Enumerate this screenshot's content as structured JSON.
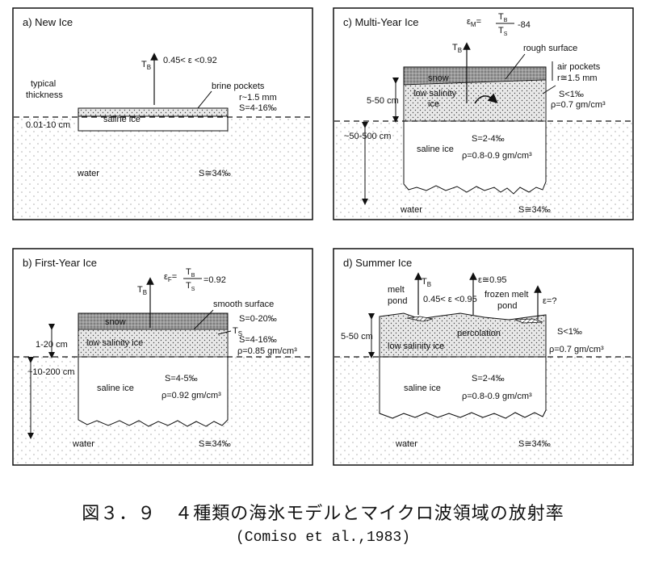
{
  "panels": {
    "a": {
      "title": "a) New Ice",
      "emission": "0.45< ε <0.92",
      "brine": "brine pockets",
      "r": "r~1.5 mm",
      "salinity": "S=4-16‰",
      "typical1": "typical",
      "typical2": "thickness",
      "thickness": "0.01-10 cm",
      "saline_ice": "saline ice",
      "water": "water",
      "water_s": "S≅34‰"
    },
    "b": {
      "title": "b) First-Year Ice",
      "eps": "ε",
      "eps_sub": "F",
      "eps_val": "=0.92",
      "smooth": "smooth surface",
      "snow": "snow",
      "snow_s": "S=0-20‰",
      "low_salinity": "low salinity ice",
      "ls_s": "S=4-16‰",
      "ls_rho": "ρ=0.85 gm/cm³",
      "d1": "1-20 cm",
      "d2": "~10-200 cm",
      "saline_ice": "saline ice",
      "si_s": "S=4-5‰",
      "si_rho": "ρ=0.92 gm/cm³",
      "water": "water",
      "water_s": "S≅34‰"
    },
    "c": {
      "title": "c) Multi-Year Ice",
      "eps": "ε",
      "eps_sub": "M",
      "eps_val": "-84",
      "rough": "rough surface",
      "snow": "snow",
      "air": "air pockets",
      "r": "r≅1.5 mm",
      "low_salinity1": "low salinity",
      "low_salinity2": "ice",
      "ls_s": "S<1‰",
      "ls_rho": "ρ=0.7 gm/cm³",
      "d1": "5-50 cm",
      "d2": "~50-500 cm",
      "saline_ice": "saline ice",
      "si_s": "S=2-4‰",
      "si_rho": "ρ=0.8-0.9 gm/cm³",
      "water": "water",
      "water_s": "S≅34‰"
    },
    "d": {
      "title": "d) Summer Ice",
      "melt1": "melt",
      "melt2": "pond",
      "eps1": "0.45< ε <0.95",
      "eps2": "ε≅0.95",
      "frozen1": "frozen melt",
      "frozen2": "pond",
      "eps3": "ε=?",
      "d1": "5-50 cm",
      "percolation": "percolation",
      "low_salinity": "low salinity ice",
      "ls_s": "S<1‰",
      "ls_rho": "ρ=0.7 gm/cm³",
      "saline_ice": "saline ice",
      "si_s": "S=2-4‰",
      "si_rho": "ρ=0.8-0.9 gm/cm³",
      "water": "water",
      "water_s": "S≅34‰"
    },
    "tb": "T",
    "tb_sub": "B",
    "ts": "T",
    "ts_sub": "S"
  },
  "caption": {
    "line1": "図３．９　４種類の海氷モデルとマイクロ波領域の放射率",
    "line2": "(Comiso et al.,1983)"
  }
}
